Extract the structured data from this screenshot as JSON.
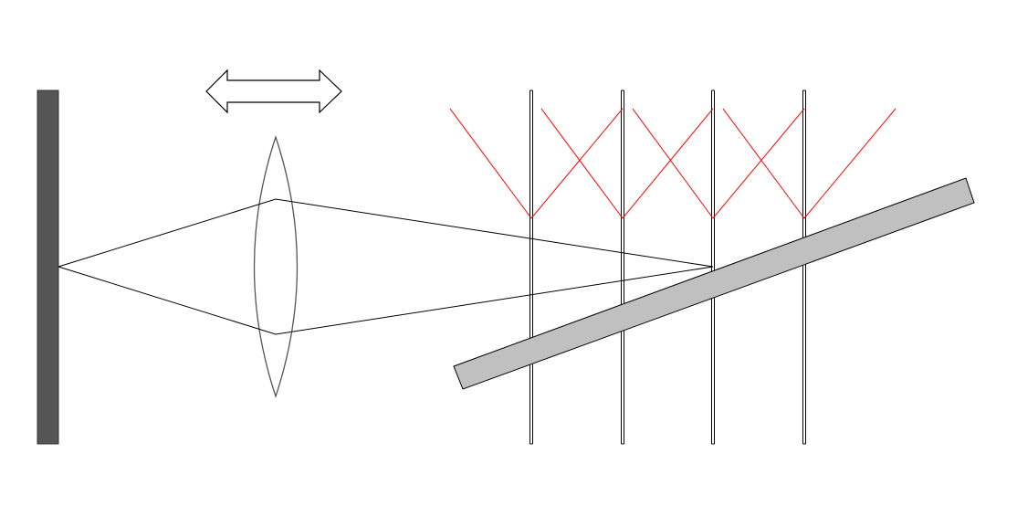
{
  "diagram": {
    "colors": {
      "background": "#ffffff",
      "screen_fill": "#555555",
      "lens_stroke": "#555555",
      "ray_stroke": "#000000",
      "reflection_stroke": "#ff0000",
      "plate_fill": "#c0c0c0",
      "plate_stroke": "#000000",
      "arrow_stroke": "#000000"
    },
    "components": [
      {
        "id": "screen",
        "kind": "screen"
      },
      {
        "id": "lens",
        "kind": "convex-lens",
        "movable": true
      },
      {
        "id": "glass-plate-stack",
        "kind": "parallel-plates",
        "count": 4
      },
      {
        "id": "tilted-plate",
        "kind": "inclined-glass-plate"
      }
    ]
  }
}
